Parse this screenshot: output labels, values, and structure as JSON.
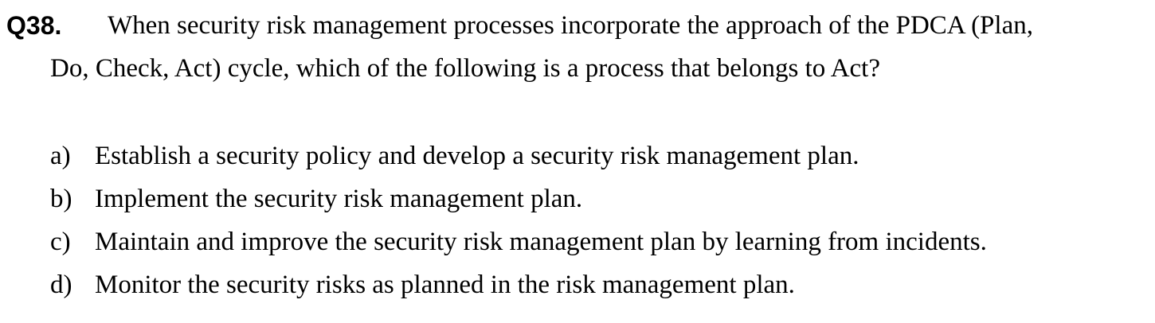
{
  "question": {
    "number": "Q38.",
    "text_line_1": "When security risk management processes incorporate the approach of the PDCA (Plan,",
    "text_line_2": "Do, Check, Act) cycle, which of the following is a process that belongs to Act?"
  },
  "options": [
    {
      "letter": "a)",
      "text": "Establish a security policy and develop a security risk management plan."
    },
    {
      "letter": "b)",
      "text": "Implement the security risk management plan."
    },
    {
      "letter": "c)",
      "text": "Maintain and improve the security risk management plan by learning from incidents."
    },
    {
      "letter": "d)",
      "text": "Monitor the security risks as planned in the risk management plan."
    }
  ]
}
